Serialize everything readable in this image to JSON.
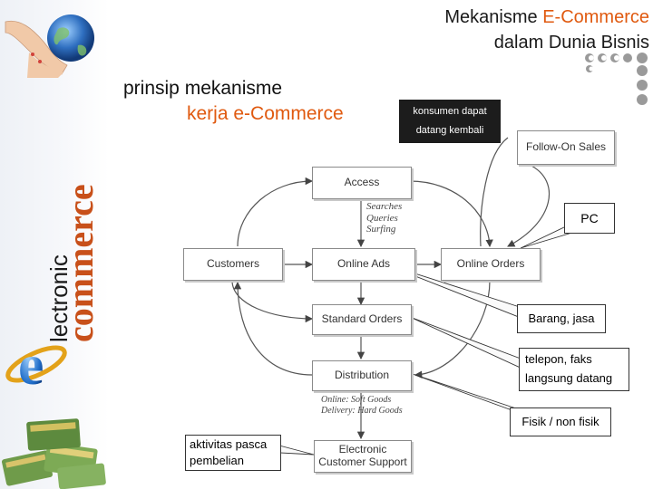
{
  "title": {
    "line1_prefix": "Mekanisme ",
    "line1_accent": "E-Commerce",
    "line2_prefix": "dalam ",
    "line2_accent": "Dunia Bisnis"
  },
  "subtitle": {
    "line1": "prinsip mekanisme",
    "line2": "kerja e-Commerce"
  },
  "sidebar": {
    "word_small": "lectronic",
    "word_large": "commerce",
    "logo_letter": "e"
  },
  "diagram": {
    "boxes": {
      "access": "Access",
      "customers": "Customers",
      "online_ads": "Online Ads",
      "online_orders": "Online Orders",
      "standard_orders": "Standard Orders",
      "distribution": "Distribution",
      "ecs_line1": "Electronic",
      "ecs_line2": "Customer Support",
      "follow_on": "Follow-On Sales"
    },
    "annotations": {
      "searches": "Searches",
      "queries": "Queries",
      "surfing": "Surfing",
      "online_goods": "Online: Soft Goods",
      "delivery_goods": "Delivery: Hard Goods"
    }
  },
  "callouts": {
    "konsumen_line1": "konsumen dapat",
    "konsumen_line2": "datang kembali",
    "pc": "PC",
    "barang": "Barang, jasa",
    "telepon_line1": "telepon, faks",
    "telepon_line2": "langsung datang",
    "fisik": "Fisik / non fisik",
    "aktivitas_line1": "aktivitas pasca",
    "aktivitas_line2": "pembelian"
  },
  "colors": {
    "accent": "#e05a10",
    "callout_dark": "#1c1c1c"
  }
}
